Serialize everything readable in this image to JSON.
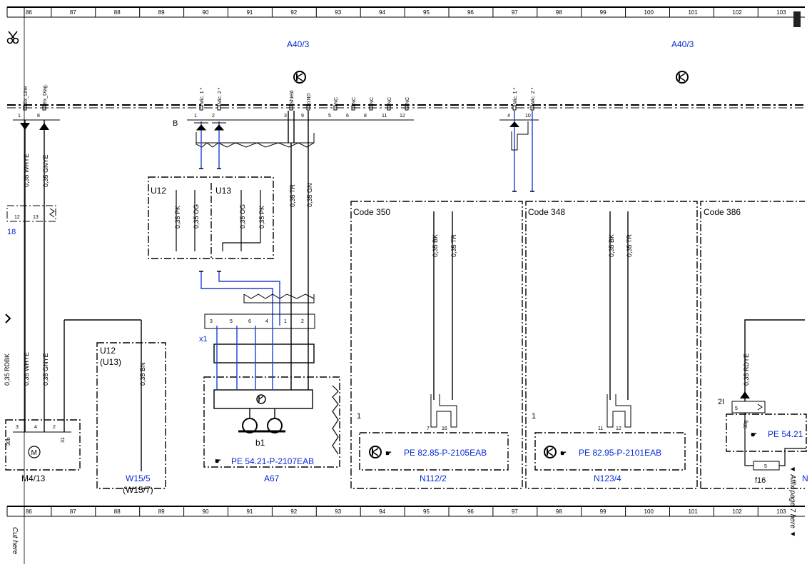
{
  "ruler": {
    "cells": [
      "86",
      "87",
      "88",
      "89",
      "90",
      "91",
      "92",
      "93",
      "94",
      "95",
      "96",
      "97",
      "98",
      "99",
      "100",
      "101",
      "102",
      "103"
    ]
  },
  "colors": {
    "ink": "#000000",
    "ref_blue": "#0a2bd6",
    "wire_blue": "#1a3fd9"
  },
  "top_labels": {
    "left_module": "A40/3",
    "right_module": "A40/3"
  },
  "pins_top": {
    "left": [
      {
        "num": "1",
        "label": "Ex_Line"
      },
      {
        "num": "8",
        "label": "Ex_Diag."
      }
    ],
    "center": [
      {
        "num": "1",
        "label": "Mic. 1 *"
      },
      {
        "num": "2",
        "label": "Mic. 2 *"
      },
      {
        "num": "3",
        "label": "Shield"
      },
      {
        "num": "9",
        "label": "GND"
      },
      {
        "num": "5",
        "label": "NC"
      },
      {
        "num": "6",
        "label": "NC"
      },
      {
        "num": "8",
        "label": "NC"
      },
      {
        "num": "11",
        "label": "NC"
      },
      {
        "num": "12",
        "label": "NC"
      }
    ],
    "right": [
      {
        "num": "4",
        "label": "Mic. 1 *"
      },
      {
        "num": "10",
        "label": "Mic. 2 *"
      }
    ],
    "b_label": "B"
  },
  "wires": {
    "whye": "0,35 WHYE",
    "gnye": "0,35 GNYE",
    "rdbk": "0,35 RDBK",
    "tr": "0,35 TR",
    "gn": "0,35 GN",
    "pk": "0,35 PK",
    "og": "0,35 OG",
    "bk": "0,35 BK",
    "bn": "0,35 BN",
    "rdye": "0,35 RDYE"
  },
  "u_boxes": {
    "u12": "U12",
    "u13": "U13"
  },
  "left_fragment": {
    "pin12": "12",
    "pin13": "13",
    "ref": "18"
  },
  "m4": {
    "pins": [
      "3",
      "4",
      "2"
    ],
    "pin31": "31",
    "ref": "M4/13",
    "motor": "M",
    "side": "30b"
  },
  "u12_box": {
    "line1": "U12",
    "line2": "(U13)",
    "ref": "W15/5",
    "ref2": "(W15/7)"
  },
  "a67": {
    "pins": [
      "3",
      "5",
      "6",
      "4",
      "1",
      "2"
    ],
    "x1": "x1",
    "b1": "b1",
    "pe": "PE 54.21-P-2107EAB",
    "ref": "A67"
  },
  "code350": {
    "title": "Code 350",
    "pins": [
      "7",
      "16"
    ],
    "corner": "1",
    "pe": "PE 82.85-P-2105EAB",
    "ref": "N112/2"
  },
  "code348": {
    "title": "Code 348",
    "pins": [
      "11",
      "12"
    ],
    "corner": "1",
    "pe": "PE 82.95-P-2101EAB",
    "ref": "N123/4"
  },
  "code386": {
    "title": "Code 386",
    "connector": "2I",
    "pin": "5",
    "pin30": "30g",
    "pe": "PE 54.21",
    "fuse": "5",
    "fuse_ref": "f16",
    "ref_partial": "N"
  },
  "margin": {
    "affix": "▼ Affix page 7 here ▼",
    "cut": "Cut here"
  }
}
